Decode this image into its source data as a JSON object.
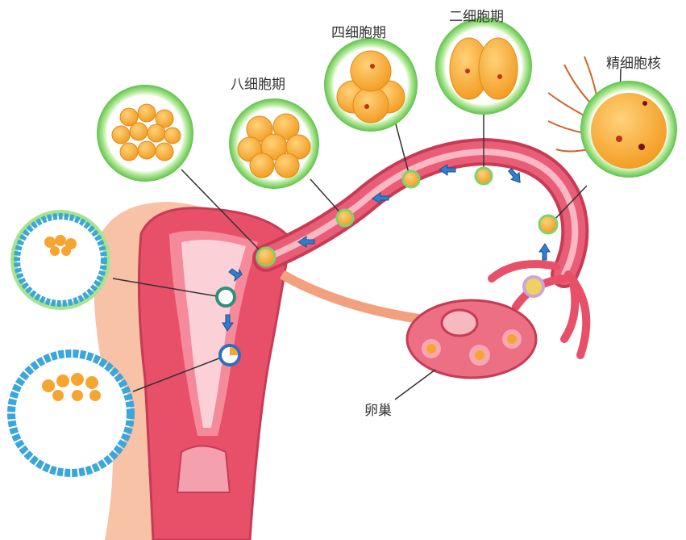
{
  "labels": {
    "two_cell": "二细胞期",
    "four_cell": "四细胞期",
    "eight_cell": "八细胞期",
    "sperm_nucleus": "精细胞核",
    "ovary": "卵巢"
  },
  "colors": {
    "uterus": "#e8506a",
    "uterus_inner": "#f7a8b4",
    "tissue": "#f6b9a0",
    "zona": "#7ed36b",
    "cell": "#f7a531",
    "blastocyst_ring": "#3aa6dc",
    "arrow": "#2e7fd0"
  }
}
